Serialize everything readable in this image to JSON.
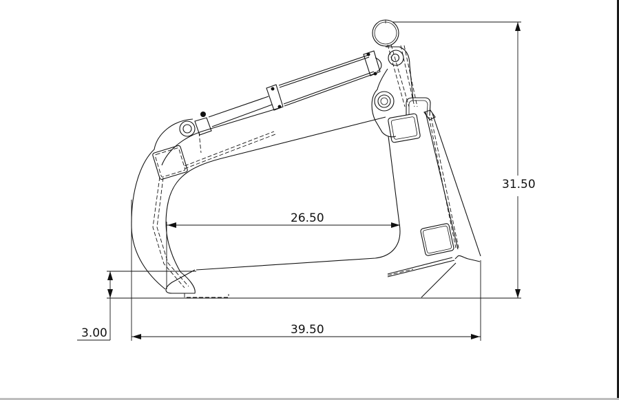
{
  "drawing": {
    "type": "technical-drawing",
    "subject": "grapple bucket side view",
    "units": "in",
    "line_color": "#111111",
    "background": "#ffffff"
  },
  "dimensions": {
    "overall_height": {
      "label": "31.50",
      "value": 31.5,
      "orientation": "vertical"
    },
    "inner_throat_width": {
      "label": "26.50",
      "value": 26.5,
      "orientation": "horizontal"
    },
    "overall_length": {
      "label": "39.50",
      "value": 39.5,
      "orientation": "horizontal"
    },
    "tine_lip_height": {
      "label": "3.00",
      "value": 3.0,
      "orientation": "vertical"
    }
  }
}
